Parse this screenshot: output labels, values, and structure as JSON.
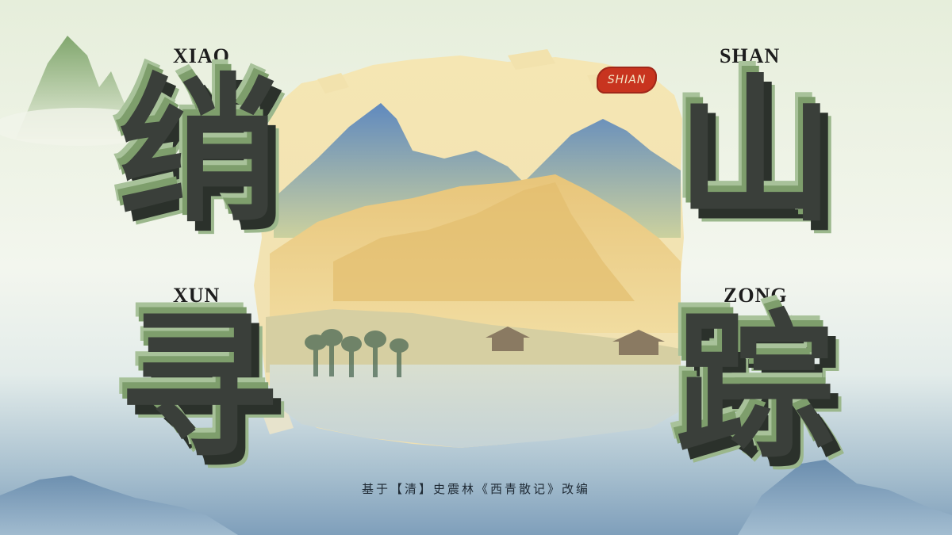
{
  "title": {
    "chars": [
      "绡",
      "山",
      "寻",
      "踪"
    ],
    "pinyin": [
      "XIAO",
      "SHAN",
      "XUN",
      "ZONG"
    ]
  },
  "seal": "SHIAN",
  "caption": "基于【清】史震林《西青散记》改编",
  "colors": {
    "ink": "#3a3f3a",
    "green_shadow": "#7e9e6c",
    "seal_red": "#c8341f",
    "paper": "#efdca3"
  },
  "icons": [
    "mountain-painting",
    "seal-stamp"
  ]
}
